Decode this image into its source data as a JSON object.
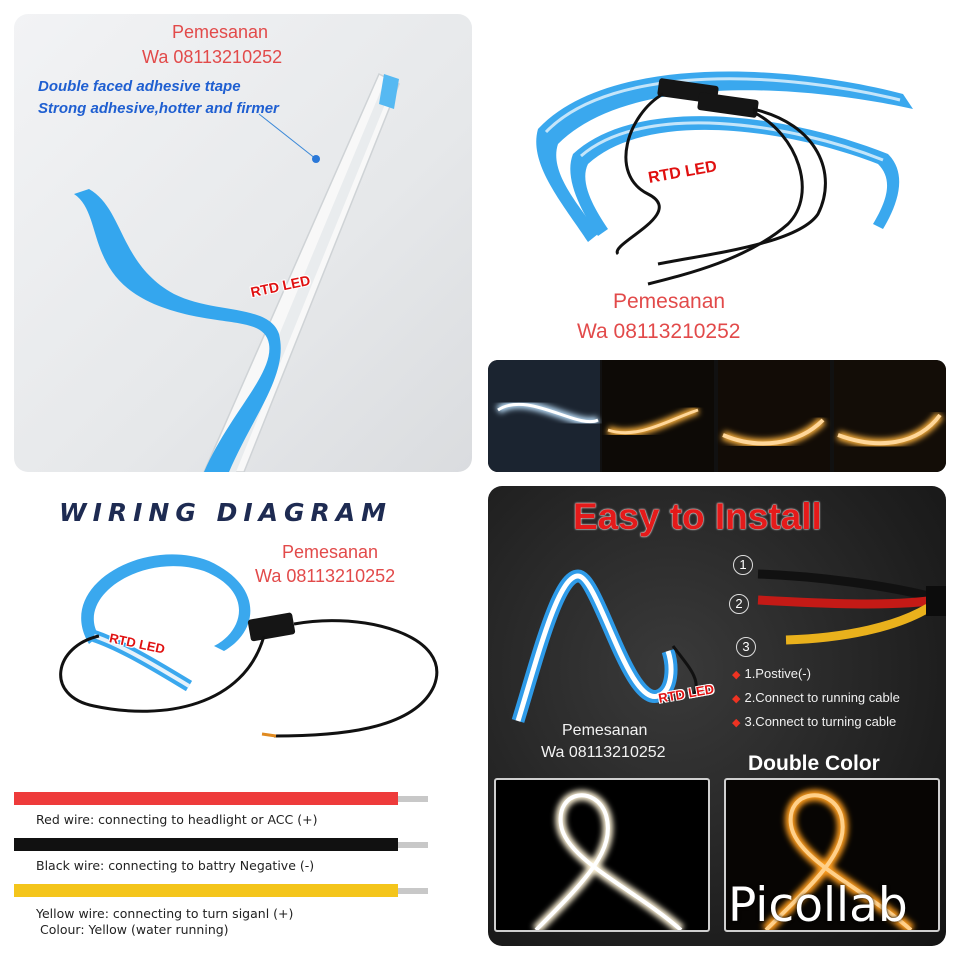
{
  "contact": {
    "label": "Pemesanan",
    "phone": "Wa 08113210252"
  },
  "brand_mark": "RTD LED",
  "panel_tape": {
    "line1": "Double faced adhesive ttape",
    "line2": "Strong adhesive,hotter and firmer"
  },
  "wiring": {
    "title": "WIRING DIAGRAM",
    "wires": [
      {
        "color": "#ee3b3b",
        "text": "Red wire: connecting to headlight or ACC (+)"
      },
      {
        "color": "#111111",
        "text": "Black wire: connecting to battry Negative (-)"
      },
      {
        "color": "#f4c51b",
        "text": "Yellow wire: connecting to turn siganl (+)"
      }
    ],
    "colour_note": "Colour: Yellow (water running)"
  },
  "install": {
    "title": "Easy to Install",
    "steps": [
      {
        "num": "1",
        "text": "1.Postive(-)"
      },
      {
        "num": "2",
        "text": "2.Connect to running cable"
      },
      {
        "num": "3",
        "text": "3.Connect to turning cable"
      }
    ],
    "double_color": "Double Color"
  },
  "watermark": "Picollab"
}
